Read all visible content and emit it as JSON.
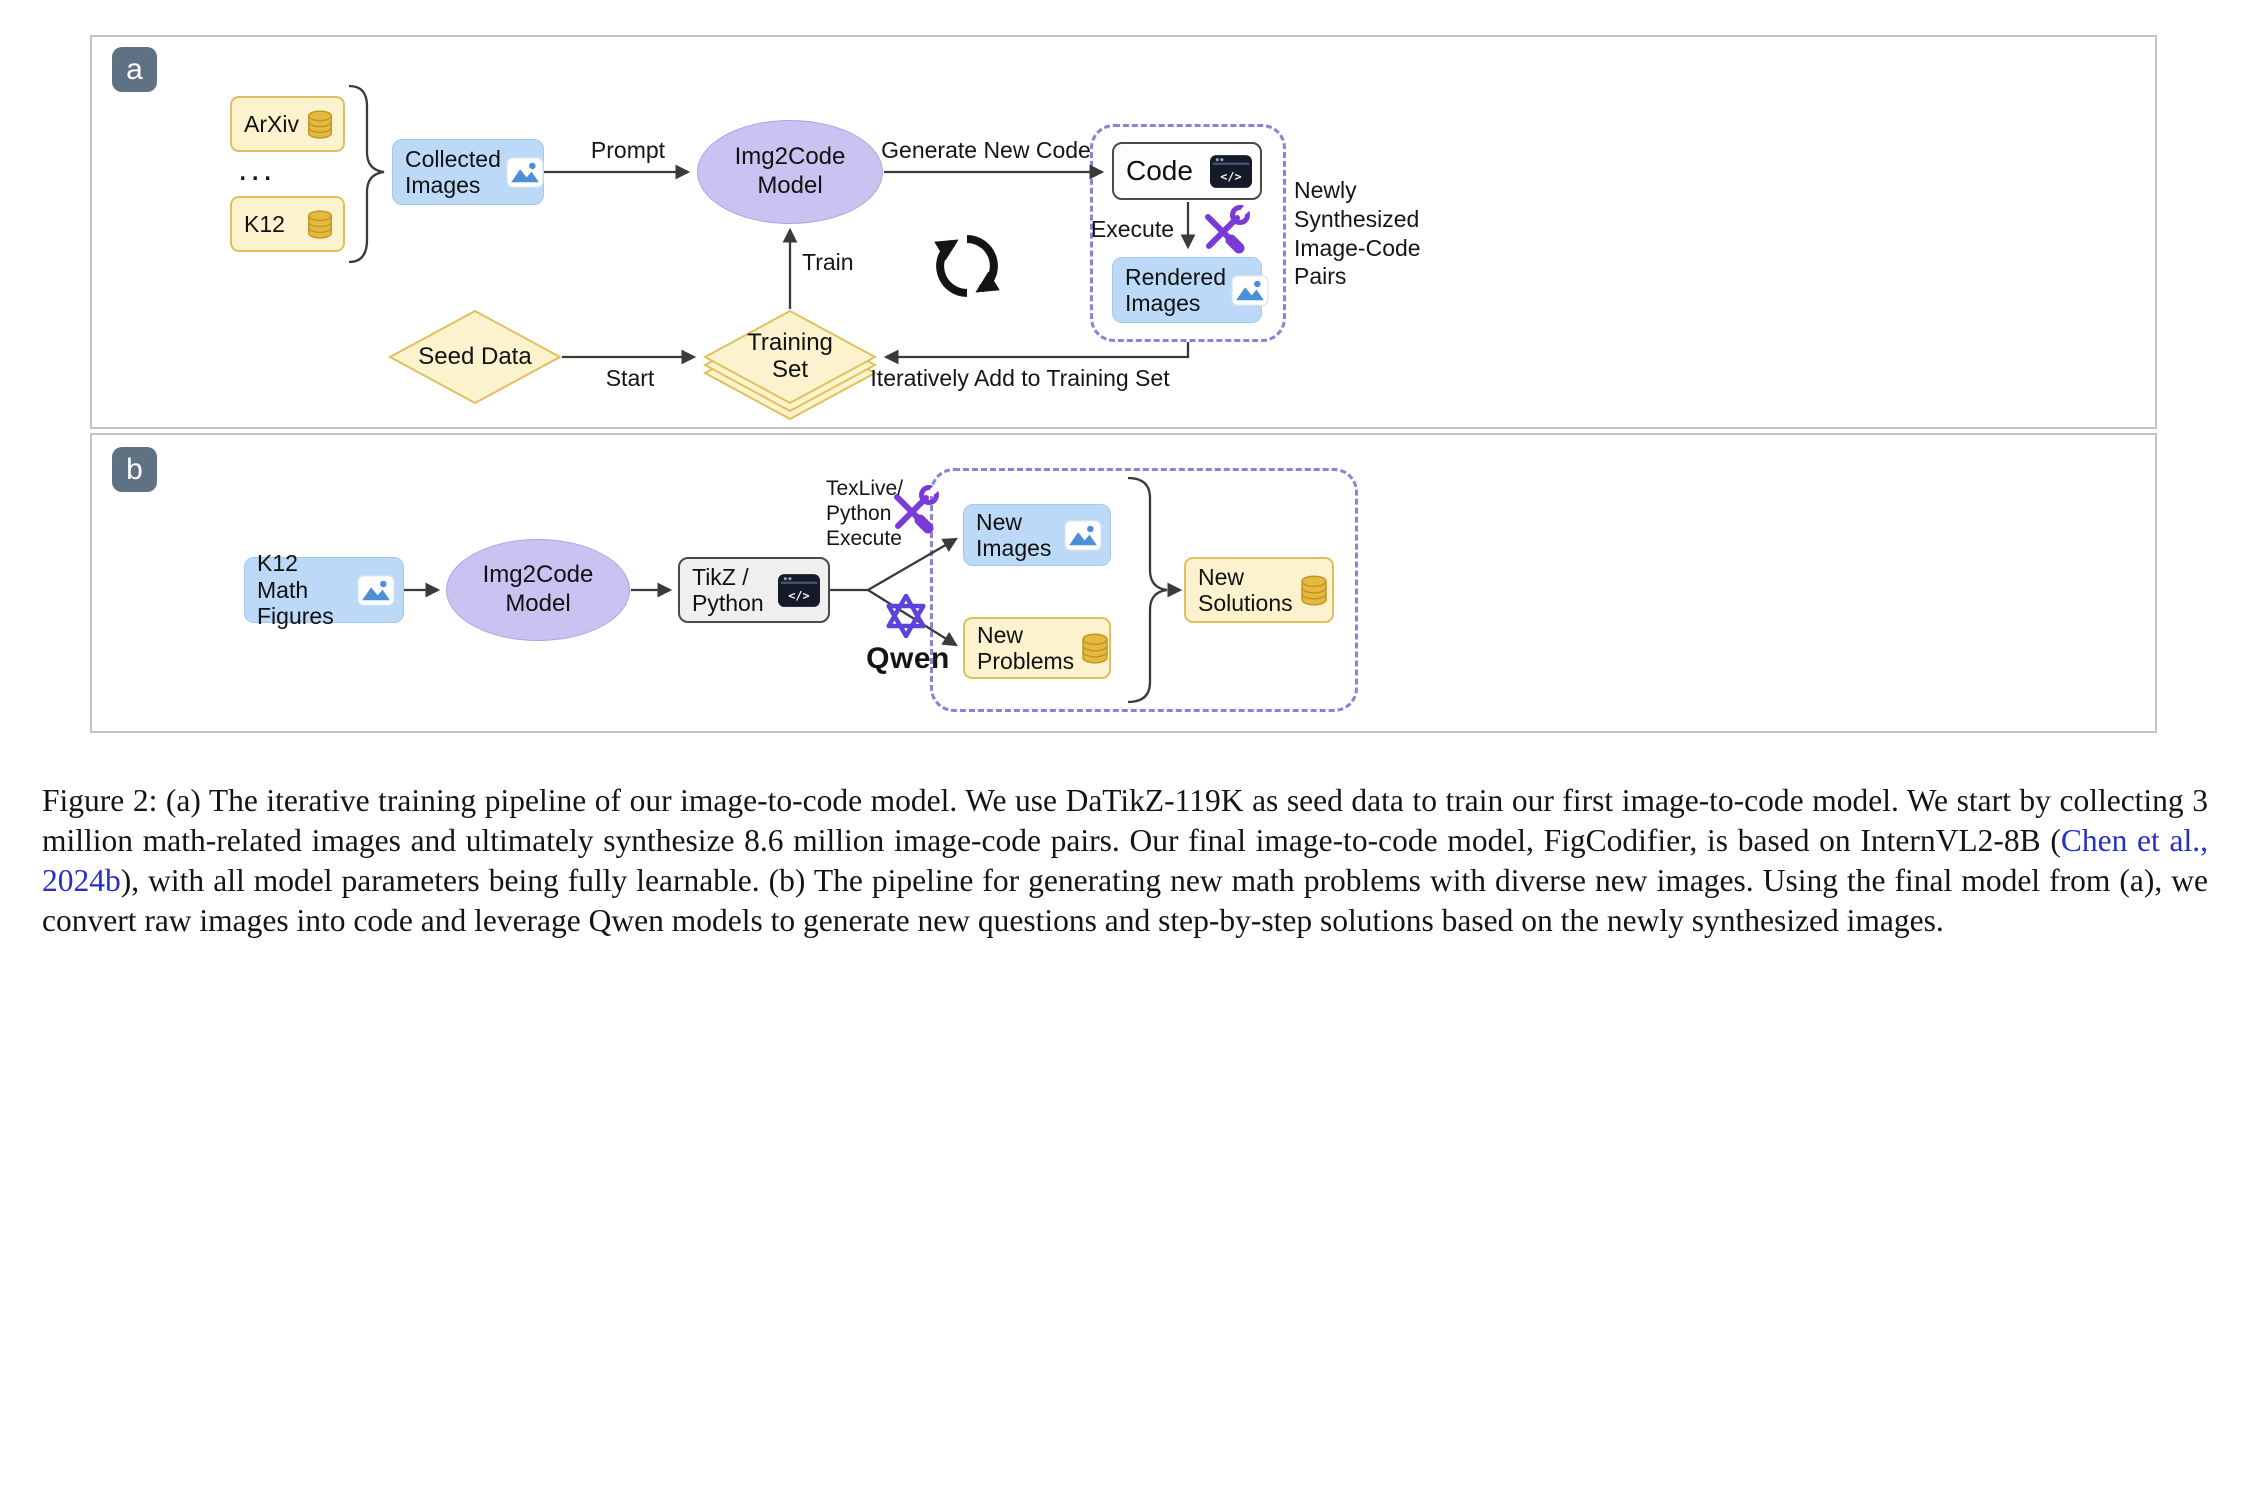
{
  "colors": {
    "panel_border": "#c4c4c4",
    "badge_slate": "#5e7284",
    "dashed_purple": "#8f81d8",
    "node_blue": "#bcdaf7",
    "node_blue_border": "#a5c9ee",
    "node_yellow": "#fcf3ce",
    "node_yellow_border": "#e0c05c",
    "node_purple": "#cbc2f1",
    "node_purple_border": "#aea2e8",
    "code_fill": "#fdfdfd",
    "gray_fill": "#efefef",
    "box_dark_border": "#4a4a4a",
    "arrow_gray": "#3a3a3a",
    "tool_purple": "#7b3ad8",
    "qwen_purple": "#5e43d8",
    "gold": "#e6b83c",
    "gold_dark": "#be952a",
    "icon_blue": "#4d8fd6",
    "link_blue": "#2430c8"
  },
  "icons": {
    "code_glyph": "</>"
  },
  "panel_a": {
    "badge": "a",
    "arxiv": "ArXiv",
    "dots": "...",
    "k12": "K12",
    "collected_images": "Collected Images",
    "prompt_label": "Prompt",
    "model": "Img2Code Model",
    "generate_label": "Generate New Code",
    "code": "Code",
    "execute_label": "Execute",
    "rendered_images": "Rendered Images",
    "pairs_label": "Newly Synthesized Image-Code Pairs",
    "train_label": "Train",
    "seed_data": "Seed Data",
    "start_label": "Start",
    "training_set": "Training Set",
    "iterative_label": "Iteratively Add to Training Set"
  },
  "panel_b": {
    "badge": "b",
    "k12_math_figures": "K12 Math Figures",
    "model": "Img2Code Model",
    "tikz_python": "TikZ / Python",
    "texlive_label": "TexLive/\nPython\nExecute",
    "qwen_label": "Qwen",
    "new_images": "New Images",
    "new_problems": "New Problems",
    "new_solutions": "New Solutions"
  },
  "caption": {
    "part1": "Figure 2: (a) The iterative training pipeline of our image-to-code model. We use DaTikZ-119K as seed data to train our first image-to-code model. We start by collecting 3 million math-related images and ultimately synthesize 8.6 million image-code pairs. Our final image-to-code model, FigCodifier, is based on InternVL2-8B (",
    "link": "Chen et al., 2024b",
    "part2": "), with all model parameters being fully learnable. (b) The pipeline for generating new math problems with diverse new images. Using the final model from (a), we convert raw images into code and leverage Qwen models to generate new questions and step-by-step solutions based on the newly synthesized images."
  }
}
